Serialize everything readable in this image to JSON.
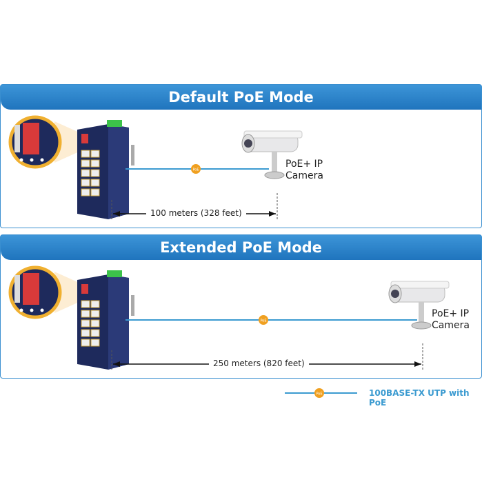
{
  "panels": [
    {
      "title": "Default PoE Mode",
      "distance": "100 meters (328 feet)",
      "device": "PoE+ IP\nCamera",
      "device_line1": "PoE+ IP",
      "device_line2": "Camera",
      "poe_badge": "PoE"
    },
    {
      "title": "Extended PoE Mode",
      "distance": "250 meters (820 feet)",
      "device_line1": "PoE+ IP",
      "device_line2": "Camera",
      "poe_badge": "PoE"
    }
  ],
  "legend": {
    "label": "100BASE-TX UTP with PoE",
    "badge": "PoE"
  },
  "colors": {
    "header": "#2a84c9",
    "cable": "#3a9ad0",
    "poe_badge": "#f0a020",
    "switch": "#1e2a5c",
    "dip_switch": "#d83a3a"
  }
}
